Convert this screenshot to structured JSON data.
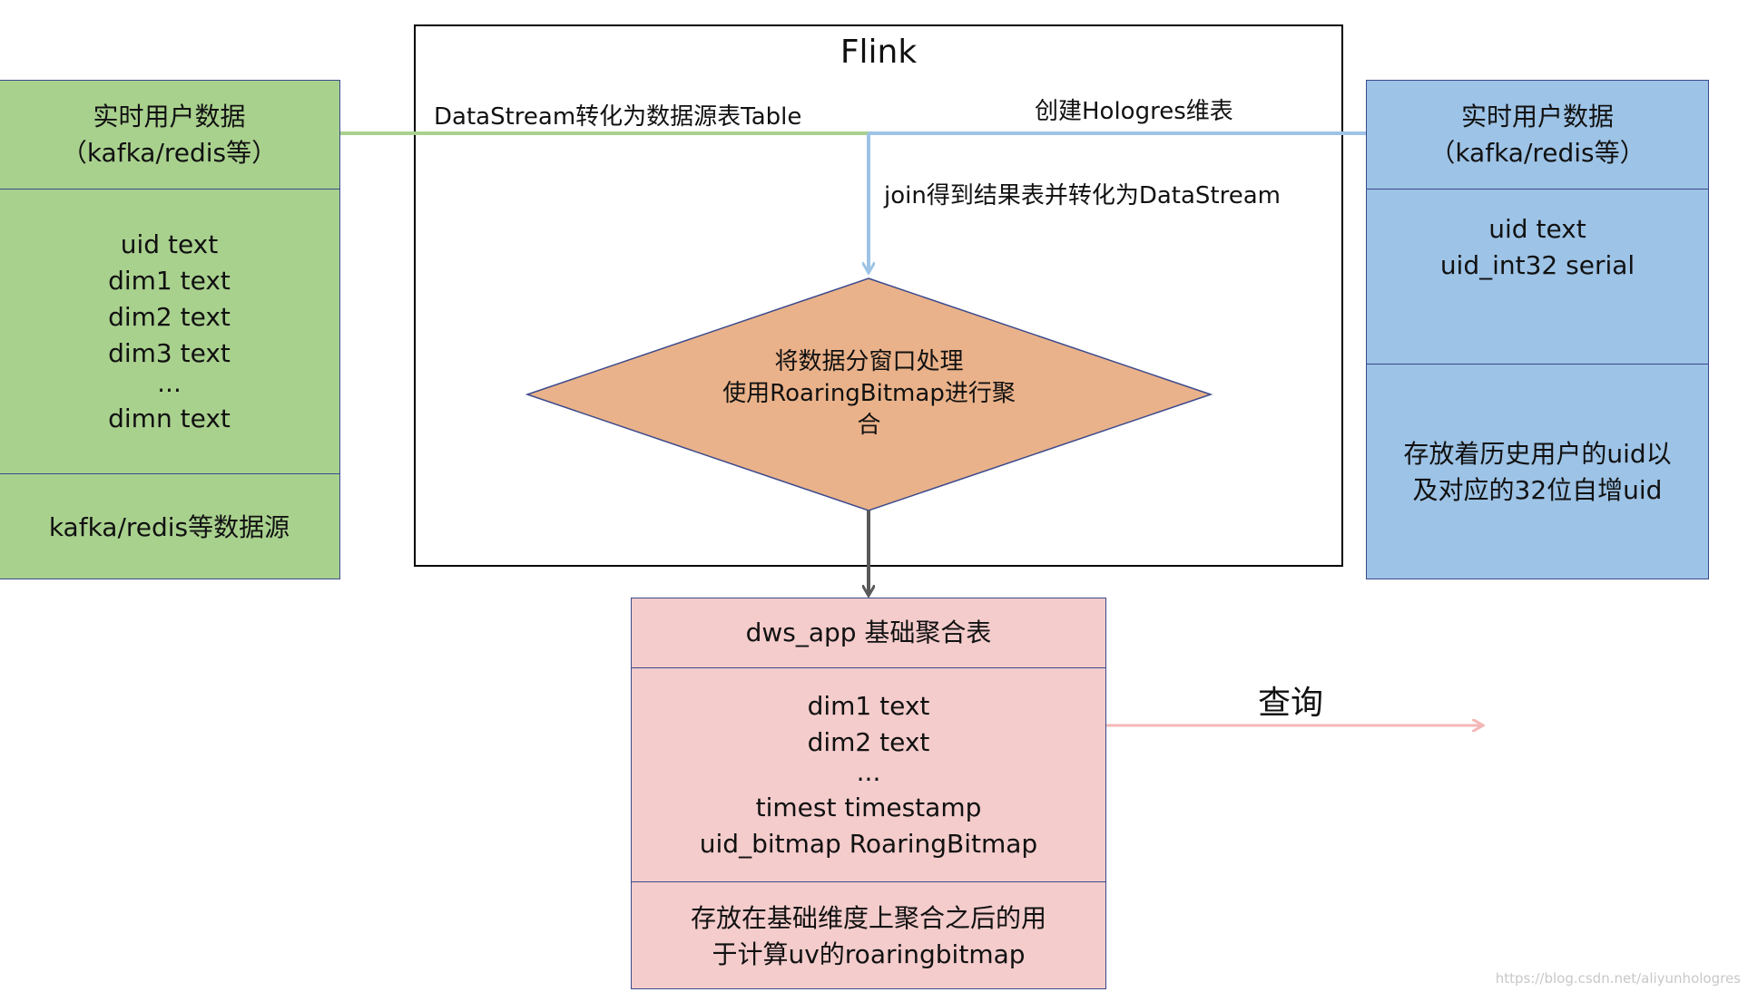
{
  "flink": {
    "title": "Flink"
  },
  "left_table": {
    "header": [
      "实时用户数据",
      "（kafka/redis等）"
    ],
    "fields": [
      "uid text",
      "dim1 text",
      "dim2 text",
      "dim3 text",
      "...",
      "dimn text"
    ],
    "footer": "kafka/redis等数据源"
  },
  "right_table": {
    "header": [
      "实时用户数据",
      "（kafka/redis等）"
    ],
    "fields": [
      "uid text",
      "uid_int32 serial"
    ],
    "footer": [
      "存放着历史用户的uid以",
      "及对应的32位自增uid"
    ]
  },
  "labels": {
    "left_conn": "DataStream转化为数据源表Table",
    "right_conn": "创建Hologres维表",
    "join": "join得到结果表并转化为DataStream",
    "query": "查询"
  },
  "diamond": {
    "lines": [
      "将数据分窗口处理",
      "使用RoaringBitmap进行聚",
      "合"
    ]
  },
  "bottom_table": {
    "header": "dws_app 基础聚合表",
    "fields": [
      "dim1 text",
      "dim2 text",
      "...",
      "timest timestamp",
      "uid_bitmap RoaringBitmap"
    ],
    "footer": [
      "存放在基础维度上聚合之后的用",
      "于计算uv的roaringbitmap"
    ]
  },
  "watermark": "https://blog.csdn.net/aliyunhologres",
  "colors": {
    "green": "#a9d18e",
    "blue": "#9dc3e6",
    "pink": "#f4cccc",
    "diamond": "#eab28a",
    "table_border": "#3b4a8c",
    "green_line": "#a9d18e",
    "blue_line": "#9dc3e6",
    "down_arrow": "#595959",
    "query_arrow": "#f4b6b6"
  }
}
